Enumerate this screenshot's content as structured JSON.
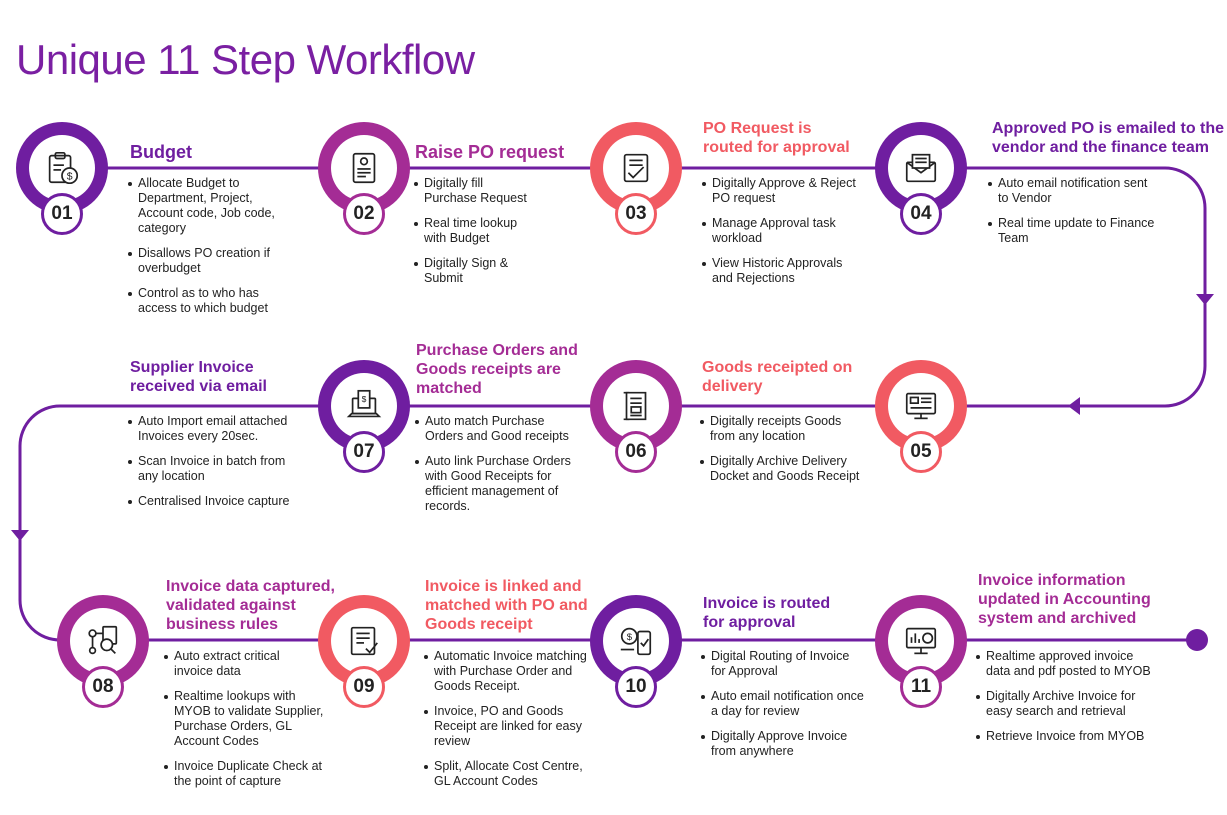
{
  "title": "Unique 11 Step Workflow",
  "colors": {
    "purple": "#6f1ea0",
    "magenta": "#a42c95",
    "coral": "#f15a62",
    "line": "#6f1ea0"
  },
  "steps": [
    {
      "number": "01",
      "icon": "clipboard-dollar-icon",
      "heading": "Budget",
      "bullets": [
        "Allocate Budget to\nDepartment, Project,\nAccount code, Job code,\ncategory",
        "Disallows PO creation if\noverbudget",
        "Control as to who has\naccess to which budget"
      ]
    },
    {
      "number": "02",
      "icon": "purchase-request-icon",
      "heading": "Raise PO request",
      "bullets": [
        "Digitally fill\nPurchase Request",
        "Real time lookup\nwith Budget",
        "Digitally Sign &\nSubmit"
      ]
    },
    {
      "number": "03",
      "icon": "document-check-icon",
      "heading": "PO Request is\nrouted for approval",
      "bullets": [
        "Digitally Approve & Reject\nPO request",
        "Manage Approval task\nworkload",
        "View Historic Approvals\nand Rejections"
      ]
    },
    {
      "number": "04",
      "icon": "envelope-icon",
      "heading": "Approved PO is emailed to the\nvendor and the finance team",
      "bullets": [
        "Auto email notification sent\nto Vendor",
        "Real time update to Finance\nTeam"
      ]
    },
    {
      "number": "05",
      "icon": "monitor-dashboard-icon",
      "heading": "Goods receipted on\ndelivery",
      "bullets": [
        "Digitally receipts Goods\nfrom any location",
        "Digitally Archive Delivery\nDocket and Goods Receipt"
      ]
    },
    {
      "number": "06",
      "icon": "receipt-scroll-icon",
      "heading": "Purchase Orders and\nGoods receipts are\nmatched",
      "bullets": [
        "Auto match Purchase\nOrders and Good receipts",
        "Auto link Purchase Orders\nwith Good Receipts for\nefficient management of\nrecords."
      ]
    },
    {
      "number": "07",
      "icon": "laptop-invoice-icon",
      "heading": "Supplier Invoice\nreceived via email",
      "bullets": [
        "Auto Import email attached\nInvoices every 20sec.",
        "Scan Invoice in batch from\nany location",
        "Centralised Invoice capture"
      ]
    },
    {
      "number": "08",
      "icon": "data-capture-icon",
      "heading": "Invoice data captured,\nvalidated against\nbusiness rules",
      "bullets": [
        "Auto extract critical\ninvoice data",
        "Realtime lookups with\nMYOB to validate Supplier,\nPurchase Orders, GL\nAccount Codes",
        "Invoice Duplicate Check at\nthe point of capture"
      ]
    },
    {
      "number": "09",
      "icon": "document-checklist-icon",
      "heading": "Invoice is linked and\nmatched with PO and\nGoods receipt",
      "bullets": [
        "Automatic Invoice matching\nwith Purchase Order and\nGoods Receipt.",
        "Invoice, PO and Goods\nReceipt are linked for easy\nreview",
        "Split, Allocate Cost Centre,\nGL Account Codes"
      ]
    },
    {
      "number": "10",
      "icon": "mobile-payment-icon",
      "heading": "Invoice is routed\nfor approval",
      "bullets": [
        "Digital Routing of Invoice\nfor Approval",
        "Auto email notification once\na day for review",
        "Digitally Approve Invoice\nfrom anywhere"
      ]
    },
    {
      "number": "11",
      "icon": "accounting-screen-icon",
      "heading": "Invoice information\nupdated in Accounting\nsystem and archived",
      "bullets": [
        "Realtime approved invoice\ndata and pdf posted to MYOB",
        "Digitally Archive Invoice for\neasy search and retrieval",
        "Retrieve Invoice from MYOB"
      ]
    }
  ]
}
